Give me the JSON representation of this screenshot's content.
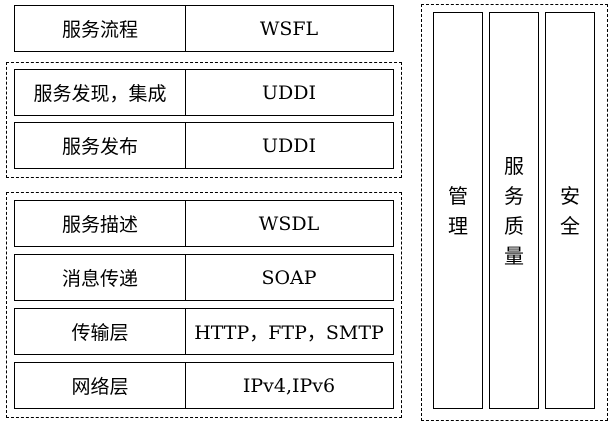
{
  "layers": [
    {
      "left": "服务流程",
      "right": "WSFL"
    },
    {
      "left": "服务发现，集成",
      "right": "UDDI"
    },
    {
      "left": "服务发布",
      "right": "UDDI"
    },
    {
      "left": "服务描述",
      "right": "WSDL"
    },
    {
      "left": "消息传递",
      "right": "SOAP"
    },
    {
      "left": "传输层",
      "right": "HTTP，FTP，SMTP"
    },
    {
      "left": "网络层",
      "right": "IPv4,IPv6"
    }
  ],
  "side_columns": [
    {
      "label": "管理"
    },
    {
      "label": "服务质量"
    },
    {
      "label": "安全"
    }
  ]
}
